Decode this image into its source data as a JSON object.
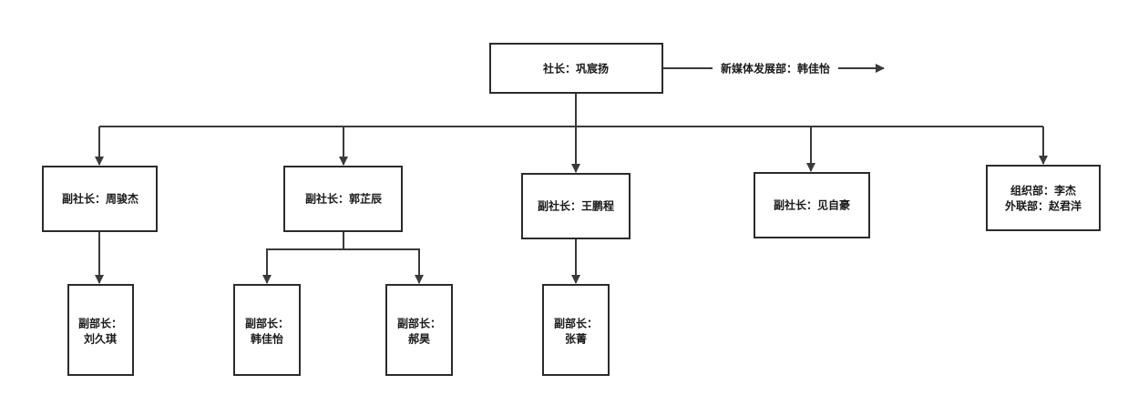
{
  "nodes": {
    "president": [
      "社长：巩宸扬"
    ],
    "vp_zhou": [
      "副社长：周骏杰"
    ],
    "vp_guo": [
      "副社长：郭芷辰"
    ],
    "vp_wang": [
      "副社长：王鹏程"
    ],
    "vp_jian": [
      "副社长：见自豪"
    ],
    "org_dept": [
      "组织部：李杰",
      "外联部：赵君洋"
    ],
    "dm_liu": [
      "副部长：",
      "刘久琪"
    ],
    "dm_han": [
      "副部长：",
      "韩佳怡"
    ],
    "dm_hao": [
      "副部长：",
      "郝昊"
    ],
    "dm_zhang": [
      "副部长：",
      "张菁"
    ]
  },
  "edge_labels": {
    "new_media": "新媒体发展部：韩佳怡"
  },
  "colors": {
    "line": "#3a3a3a",
    "border": "#2b2b2b",
    "text": "#1a1a1a"
  }
}
